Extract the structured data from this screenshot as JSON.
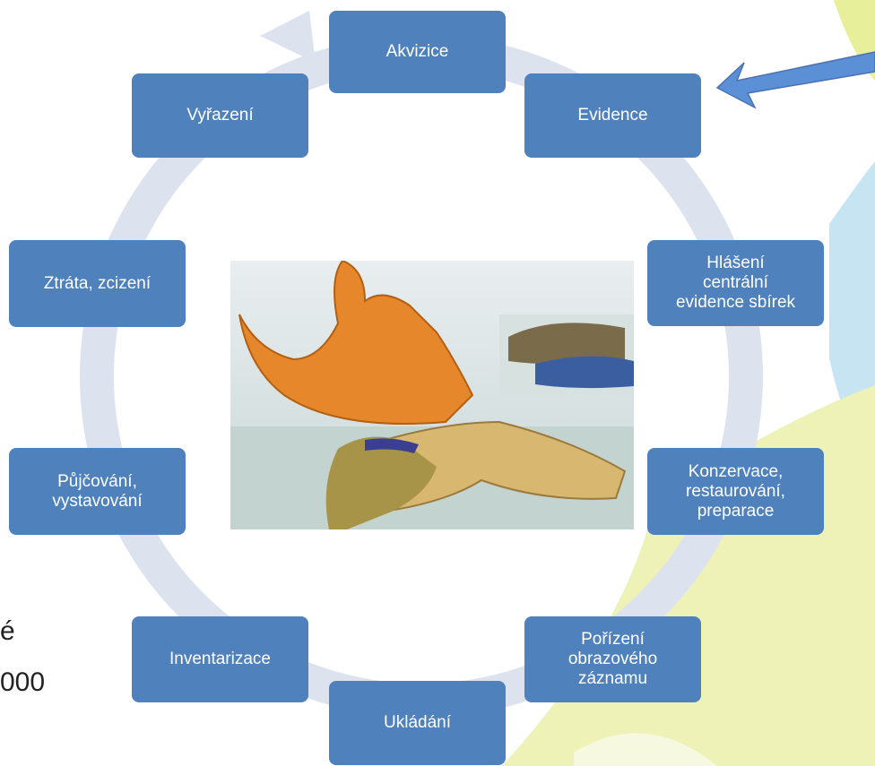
{
  "cycle": {
    "nodes": [
      {
        "id": "akvizice",
        "label": "Akvizice"
      },
      {
        "id": "evidence",
        "label": "Evidence"
      },
      {
        "id": "hlaseni",
        "label": "Hlášení\ncentrální\nevidence sbírek"
      },
      {
        "id": "konzervace",
        "label": "Konzervace,\nrestaurování,\npreparace"
      },
      {
        "id": "porizeni",
        "label": "Pořízení\nobrazového\nzáznamu"
      },
      {
        "id": "ukladani",
        "label": "Ukládání"
      },
      {
        "id": "inventarizace",
        "label": "Inventarizace"
      },
      {
        "id": "pujcovani",
        "label": "Půjčování,\nvystavování"
      },
      {
        "id": "ztrata",
        "label": "Ztráta, zcizení"
      },
      {
        "id": "vyrazeni",
        "label": "Vyřazení"
      }
    ]
  },
  "left_text": {
    "fragment1": "é",
    "fragment2": "000"
  },
  "colors": {
    "node_fill": "#4f81bd",
    "ring": "#dde3ee",
    "pointer_arrow": "#5b8fd6"
  }
}
